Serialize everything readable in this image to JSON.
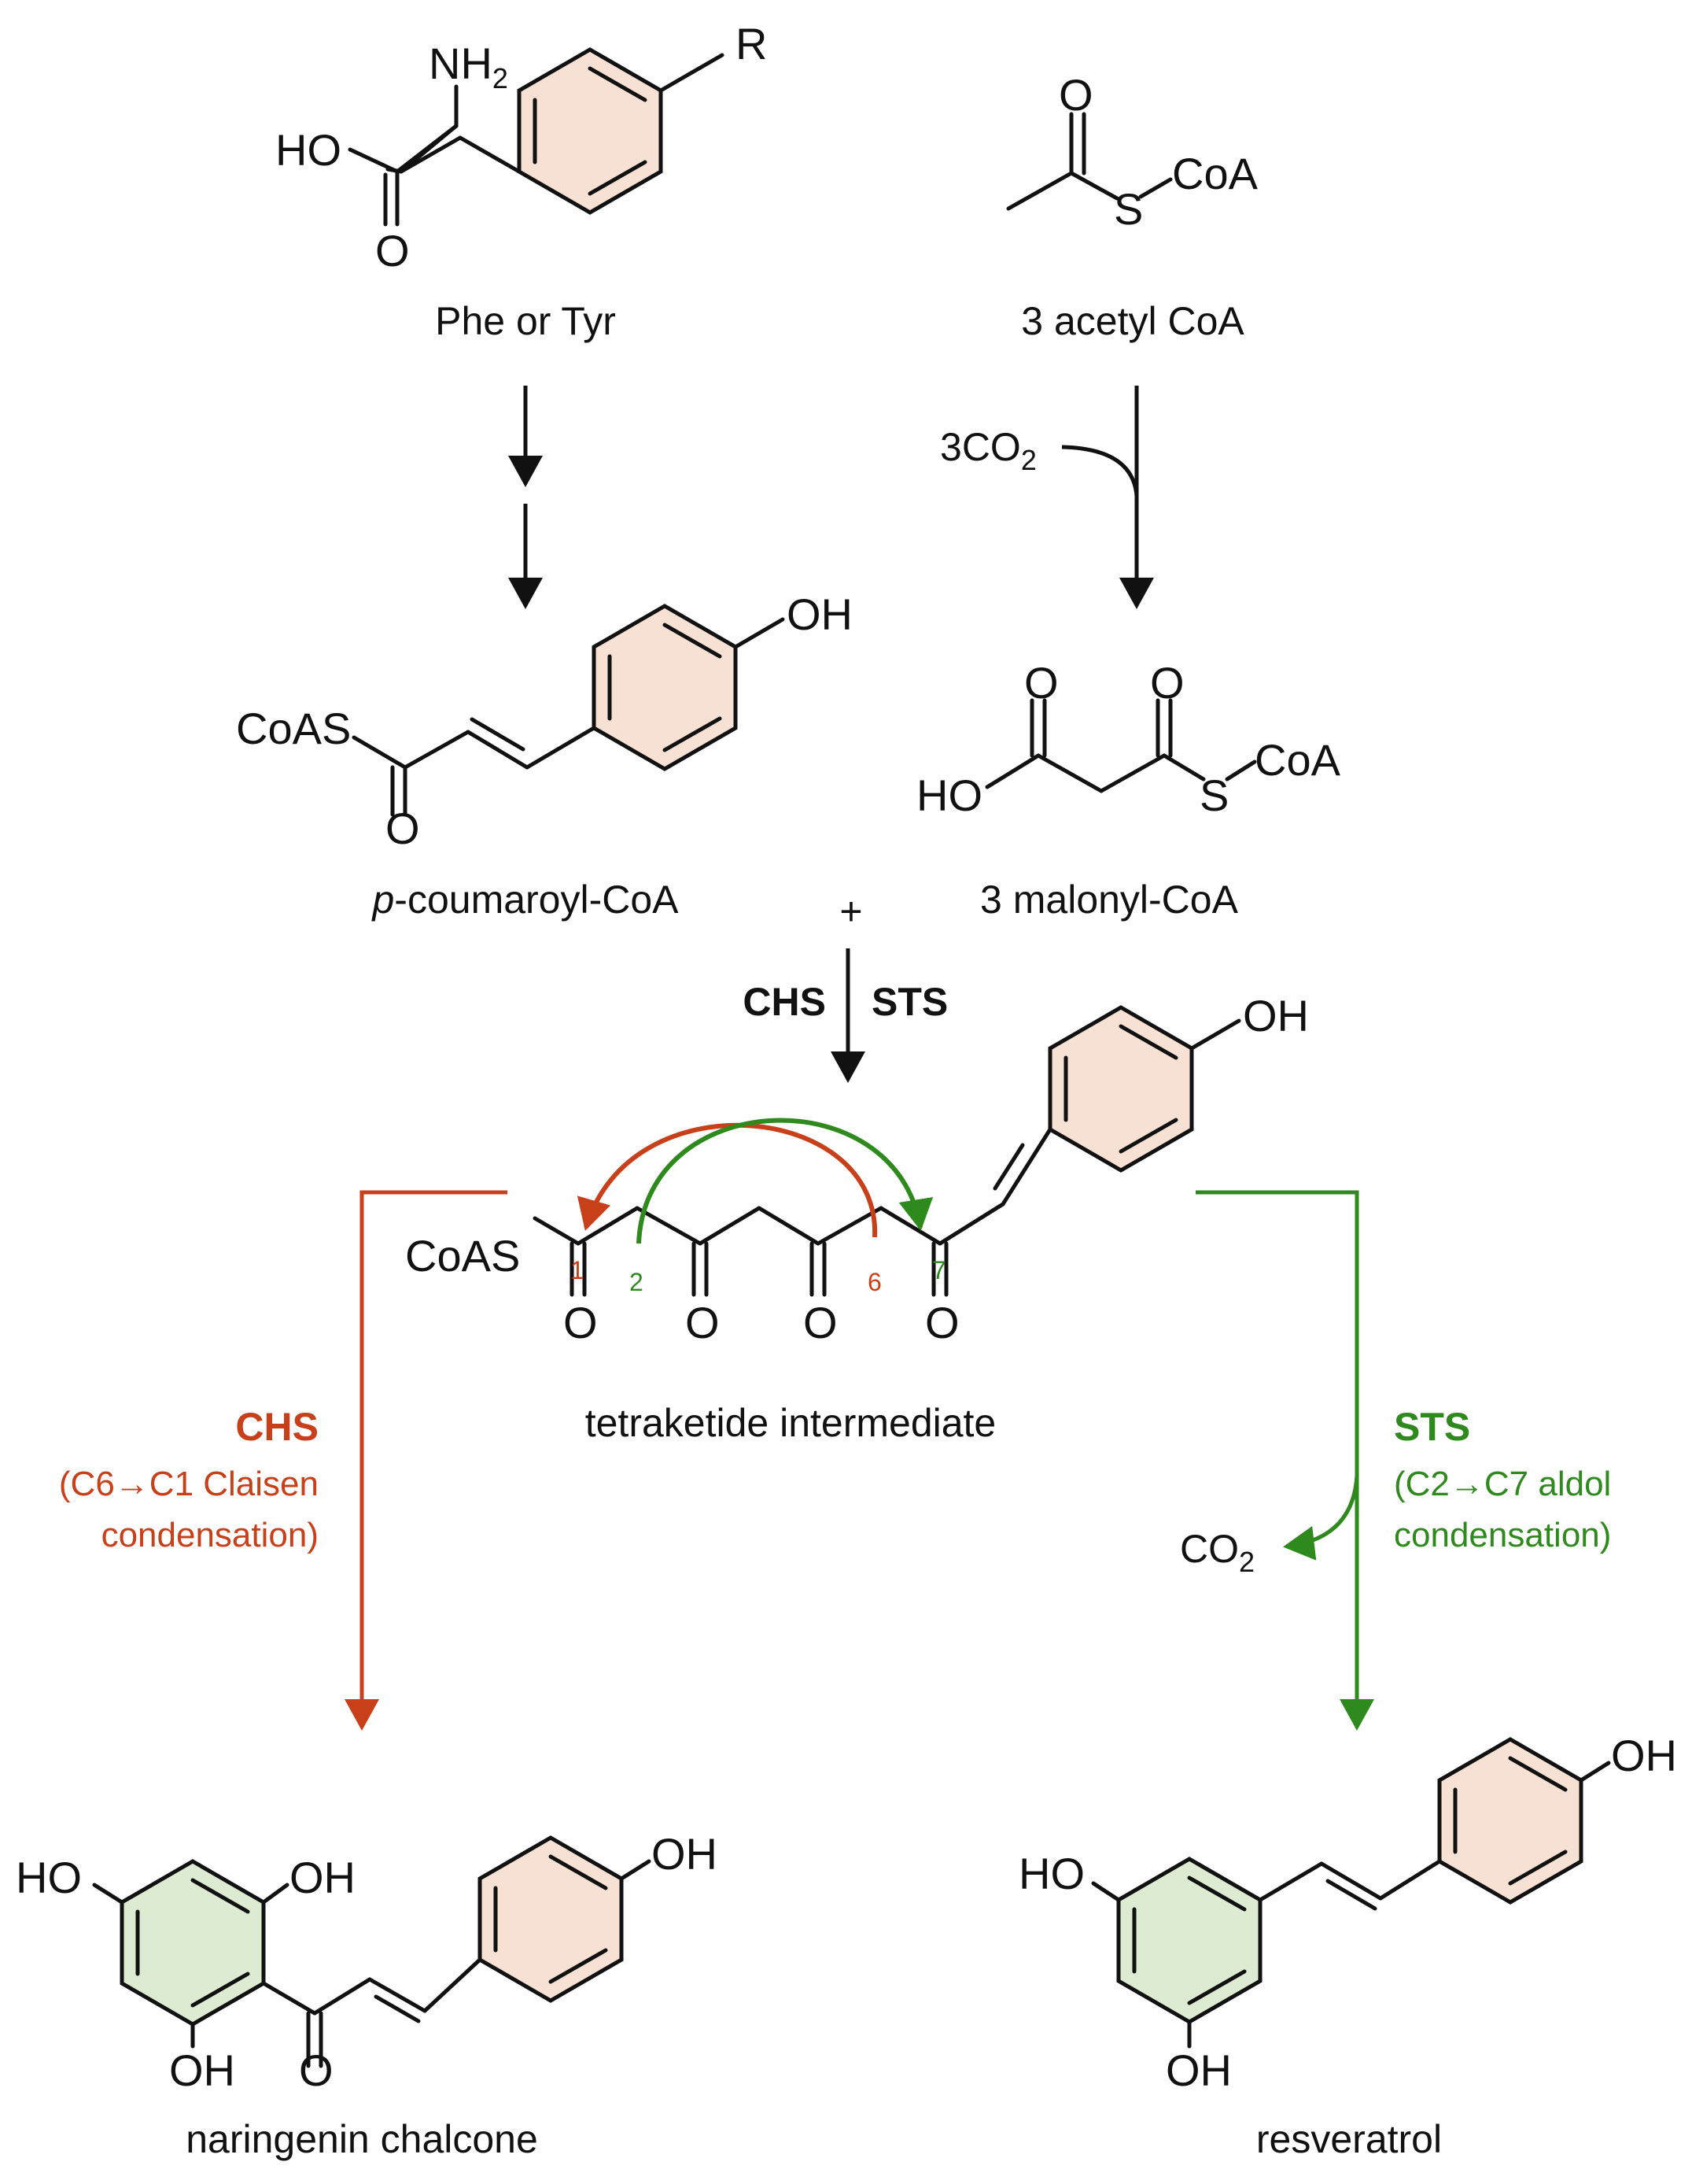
{
  "colors": {
    "ink": "#111111",
    "chs": "#c8401a",
    "sts": "#2f8a1e",
    "ring_phenyl": "#f7e0d4",
    "ring_resorcinol": "#dcebd2"
  },
  "molecules": {
    "phe_tyr": {
      "name": "Phe or Tyr",
      "atoms": {
        "amine": "NH",
        "amine_sub": "2",
        "hydroxyl": "HO",
        "carbonyl_o": "O",
        "r_group": "R"
      }
    },
    "acetyl_coa": {
      "name": "3 acetyl CoA",
      "atoms": {
        "carbonyl_o": "O",
        "sulfur": "S",
        "coa": "CoA"
      }
    },
    "p_coumaroyl_coa": {
      "name_italic": "p",
      "name_rest": "-coumaroyl-CoA",
      "atoms": {
        "thioester": "CoAS",
        "carbonyl_o": "O",
        "hydroxyl": "OH"
      }
    },
    "malonyl_coa": {
      "name": "3 malonyl-CoA",
      "atoms": {
        "carbonyl_o1": "O",
        "carbonyl_o2": "O",
        "hydroxyl": "HO",
        "sulfur": "S",
        "coa": "CoA"
      }
    },
    "tetraketide": {
      "name": "tetraketide intermediate",
      "atoms": {
        "thioester": "CoAS",
        "o1": "O",
        "o2": "O",
        "o3": "O",
        "o4": "O",
        "hydroxyl": "OH"
      },
      "positions": {
        "c1": "1",
        "c2": "2",
        "c6": "6",
        "c7": "7"
      }
    },
    "naringenin_chalcone": {
      "name": "naringenin chalcone",
      "atoms": {
        "ho_left": "HO",
        "oh_top": "OH",
        "oh_bottom": "OH",
        "carbonyl_o": "O",
        "oh_para": "OH"
      }
    },
    "resveratrol": {
      "name": "resveratrol",
      "atoms": {
        "ho_top": "HO",
        "oh_bottom": "OH",
        "oh_para": "OH"
      }
    }
  },
  "reagents": {
    "co2_released": {
      "coefficient": "3",
      "formula": "CO",
      "subscript": "2"
    },
    "plus": "+",
    "co2_sts": {
      "formula": "CO",
      "subscript": "2"
    }
  },
  "enzymes": {
    "chs": "CHS",
    "sts": "STS",
    "chs_branch": {
      "name": "CHS",
      "line1": "(C6→C1 Claisen",
      "line2": "condensation)"
    },
    "sts_branch": {
      "name": "STS",
      "line1": "(C2→C7 aldol",
      "line2": "condensation)"
    }
  }
}
